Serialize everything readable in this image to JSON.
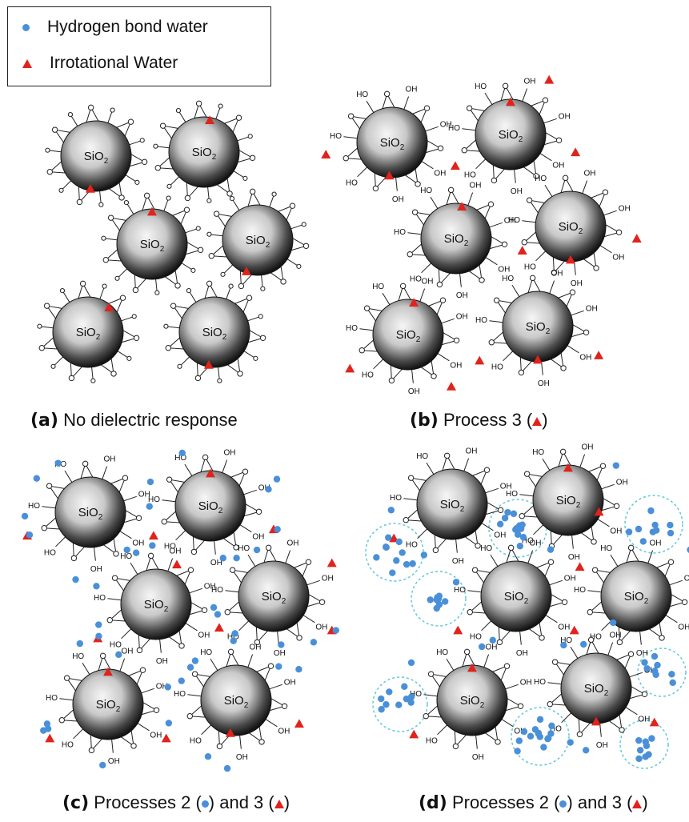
{
  "legend": {
    "items": [
      {
        "symbol": "dot",
        "label": "Hydrogen bond water"
      },
      {
        "symbol": "triangle",
        "label": "Irrotational Water"
      }
    ]
  },
  "particle_label": {
    "main": "SiO",
    "sub": "2"
  },
  "group_labels": {
    "hydroxyl": "OH",
    "hydroxyl_rev": "HO"
  },
  "panels": [
    {
      "id": "a",
      "letter": "(a)",
      "caption_parts": [
        "No dielectric response"
      ],
      "caption_symbols": [],
      "hydroxyl_labels": false,
      "water_dots": false,
      "clusters": false
    },
    {
      "id": "b",
      "letter": "(b)",
      "caption_parts": [
        "Process 3 (",
        ")"
      ],
      "caption_symbols": [
        "triangle"
      ],
      "hydroxyl_labels": true,
      "water_dots": false,
      "clusters": false
    },
    {
      "id": "c",
      "letter": "(c)",
      "caption_parts": [
        "Processes 2 (",
        ") and 3 (",
        ")"
      ],
      "caption_symbols": [
        "dot",
        "triangle"
      ],
      "hydroxyl_labels": true,
      "water_dots": true,
      "clusters": false
    },
    {
      "id": "d",
      "letter": "(d)",
      "caption_parts": [
        "Processes 2 (",
        ") and 3 (",
        ")"
      ],
      "caption_symbols": [
        "dot",
        "triangle"
      ],
      "hydroxyl_labels": true,
      "water_dots": true,
      "clusters": true
    }
  ],
  "colors": {
    "hydrogen_bond_water": "#4a90d9",
    "irrotational_water": "#e0231c",
    "cluster_outline": "#5fc8d8",
    "particle_dark": "#1a1a1a",
    "particle_light": "#f4f4f4"
  }
}
